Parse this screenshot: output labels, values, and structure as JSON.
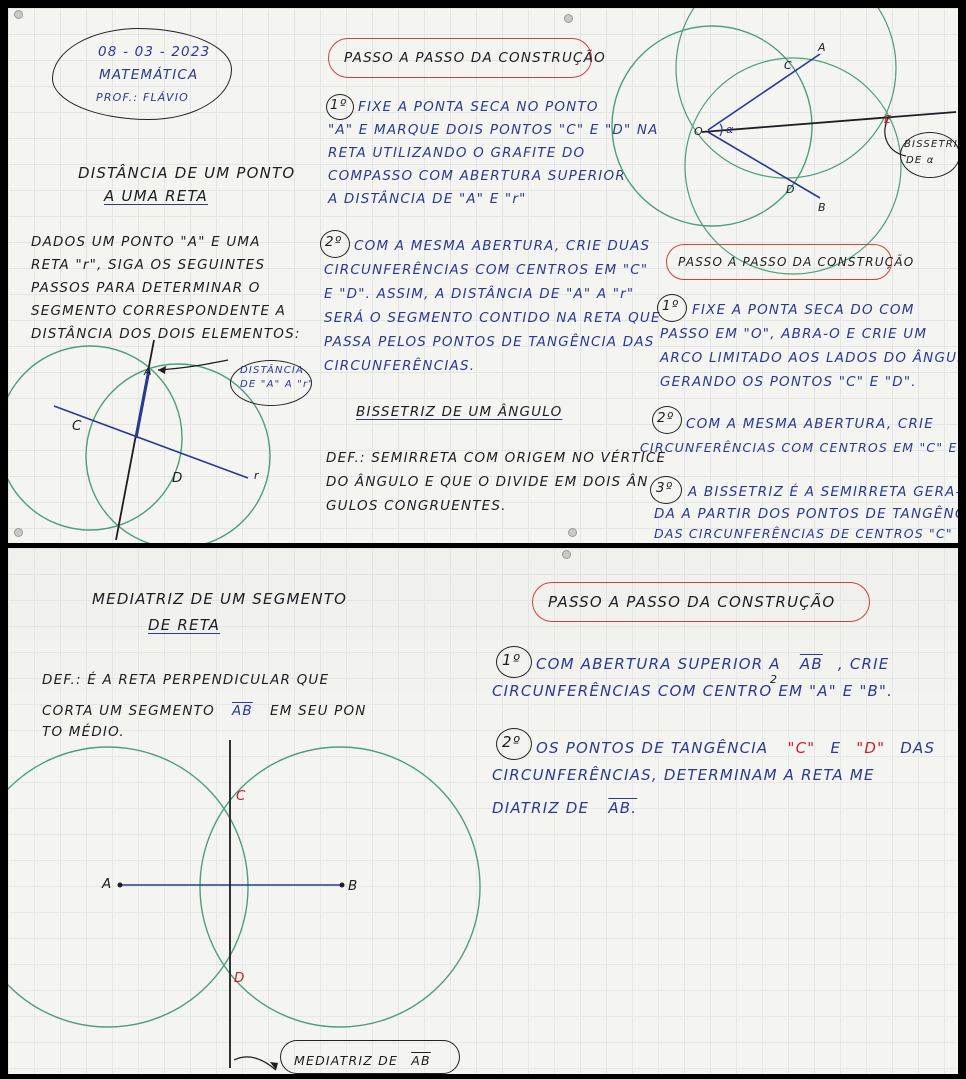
{
  "header_cloud": {
    "date": "08 - 03 - 2023",
    "subject": "MATEMÁTICA",
    "teacher": "PROF.: FLÁVIO"
  },
  "section1": {
    "title_line1": "DISTÂNCIA DE UM PONTO",
    "title_line2": "A UMA RETA",
    "body": [
      "DADOS UM PONTO \"A\" E UMA",
      "RETA \"r\", SIGA OS SEGUINTES",
      "PASSOS PARA DETERMINAR O",
      "SEGMENTO CORRESPONDENTE A",
      "DISTÂNCIA DOS DOIS ELEMENTOS:"
    ],
    "callout": [
      "DISTÂNCIA",
      "DE \"A\" A \"r\""
    ],
    "labels": {
      "a": "A",
      "c": "C",
      "d": "D",
      "r": "r"
    }
  },
  "steps_distance": {
    "title": "PASSO A PASSO DA CONSTRUÇÃO",
    "step1_num": "1º",
    "step1": [
      "FIXE A PONTA SECA NO PONTO",
      "\"A\" E MARQUE DOIS PONTOS \"C\" E \"D\" NA",
      "RETA UTILIZANDO O GRAFITE DO",
      "COMPASSO COM ABERTURA SUPERIOR",
      "A DISTÂNCIA DE \"A\" E \"r\""
    ],
    "step2_num": "2º",
    "step2": [
      "COM A MESMA ABERTURA, CRIE DUAS",
      "CIRCUNFERÊNCIAS COM CENTROS EM \"C\"",
      "E \"D\". ASSIM, A DISTÂNCIA DE \"A\" A \"r\"",
      "SERÁ O SEGMENTO CONTIDO NA RETA QUE",
      "PASSA PELOS PONTOS DE TANGÊNCIA DAS",
      "CIRCUNFERÊNCIAS."
    ]
  },
  "bisector": {
    "title": "BISSETRIZ DE UM ÂNGULO",
    "def": [
      "DEF.: SEMIRRETA COM ORIGEM NO VÉRTICE",
      "DO ÂNGULO E QUE O DIVIDE EM DOIS ÂN",
      "GULOS CONGRUENTES."
    ],
    "labels": {
      "o": "O",
      "a": "A",
      "b": "B",
      "c": "C",
      "d": "D",
      "e": "E",
      "alpha": "α"
    },
    "callout": [
      "BISSETRIZ",
      "DE α"
    ]
  },
  "steps_bisector": {
    "title": "PASSO A PASSO DA CONSTRUÇÃO",
    "step1_num": "1º",
    "step1": [
      "FIXE A PONTA SECA DO COM",
      "PASSO EM \"O\", ABRA-O E CRIE UM",
      "ARCO LIMITADO AOS LADOS DO ÂNGULO,",
      "GERANDO OS PONTOS \"C\" E \"D\"."
    ],
    "step2_num": "2º",
    "step2": [
      "COM A MESMA ABERTURA, CRIE",
      "CIRCUNFERÊNCIAS COM CENTROS EM \"C\" E \"D\"."
    ],
    "step3_num": "3º",
    "step3": [
      "A BISSETRIZ É A SEMIRRETA GERA-",
      "DA A PARTIR DOS PONTOS DE TANGÊNCIA",
      "DAS CIRCUNFERÊNCIAS DE CENTROS \"C\" E \"D\"."
    ]
  },
  "mediatrix": {
    "title_line1": "MEDIATRIZ DE UM SEGMENTO",
    "title_line2": "DE RETA",
    "def_line1": "DEF.: É A RETA PERPENDICULAR QUE",
    "def_line2_a": "CORTA UM SEGMENTO",
    "def_line2_seg": "AB",
    "def_line2_b": "EM SEU PON",
    "def_line3": "TO MÉDIO.",
    "labels": {
      "a": "A",
      "b": "B",
      "c": "C",
      "d": "D"
    },
    "callout_text": "MEDIATRIZ DE",
    "callout_seg": "AB"
  },
  "steps_mediatrix": {
    "title": "PASSO A PASSO DA CONSTRUÇÃO",
    "step1_num": "1º",
    "step1_a": "COM ABERTURA SUPERIOR A",
    "step1_seg": "AB",
    "step1_half": "2",
    "step1_b": ", CRIE",
    "step1_line2": "CIRCUNFERÊNCIAS COM CENTRO EM \"A\" E \"B\".",
    "step2_num": "2º",
    "step2_a": "OS PONTOS DE TANGÊNCIA",
    "step2_c": "\"C\"",
    "step2_e": "E",
    "step2_d": "\"D\"",
    "step2_b": "DAS",
    "step2_line2": "CIRCUNFERÊNCIAS, DETERMINAM A RETA ME",
    "step2_line3_a": "DIATRIZ DE",
    "step2_line3_seg": "AB."
  },
  "colors": {
    "board": "#f4f4f1",
    "ink_black": "#1d1d22",
    "ink_blue": "#2a3a90",
    "ink_red": "#c8202a",
    "ink_green": "#4f9e78",
    "pill_red": "#d04040"
  }
}
